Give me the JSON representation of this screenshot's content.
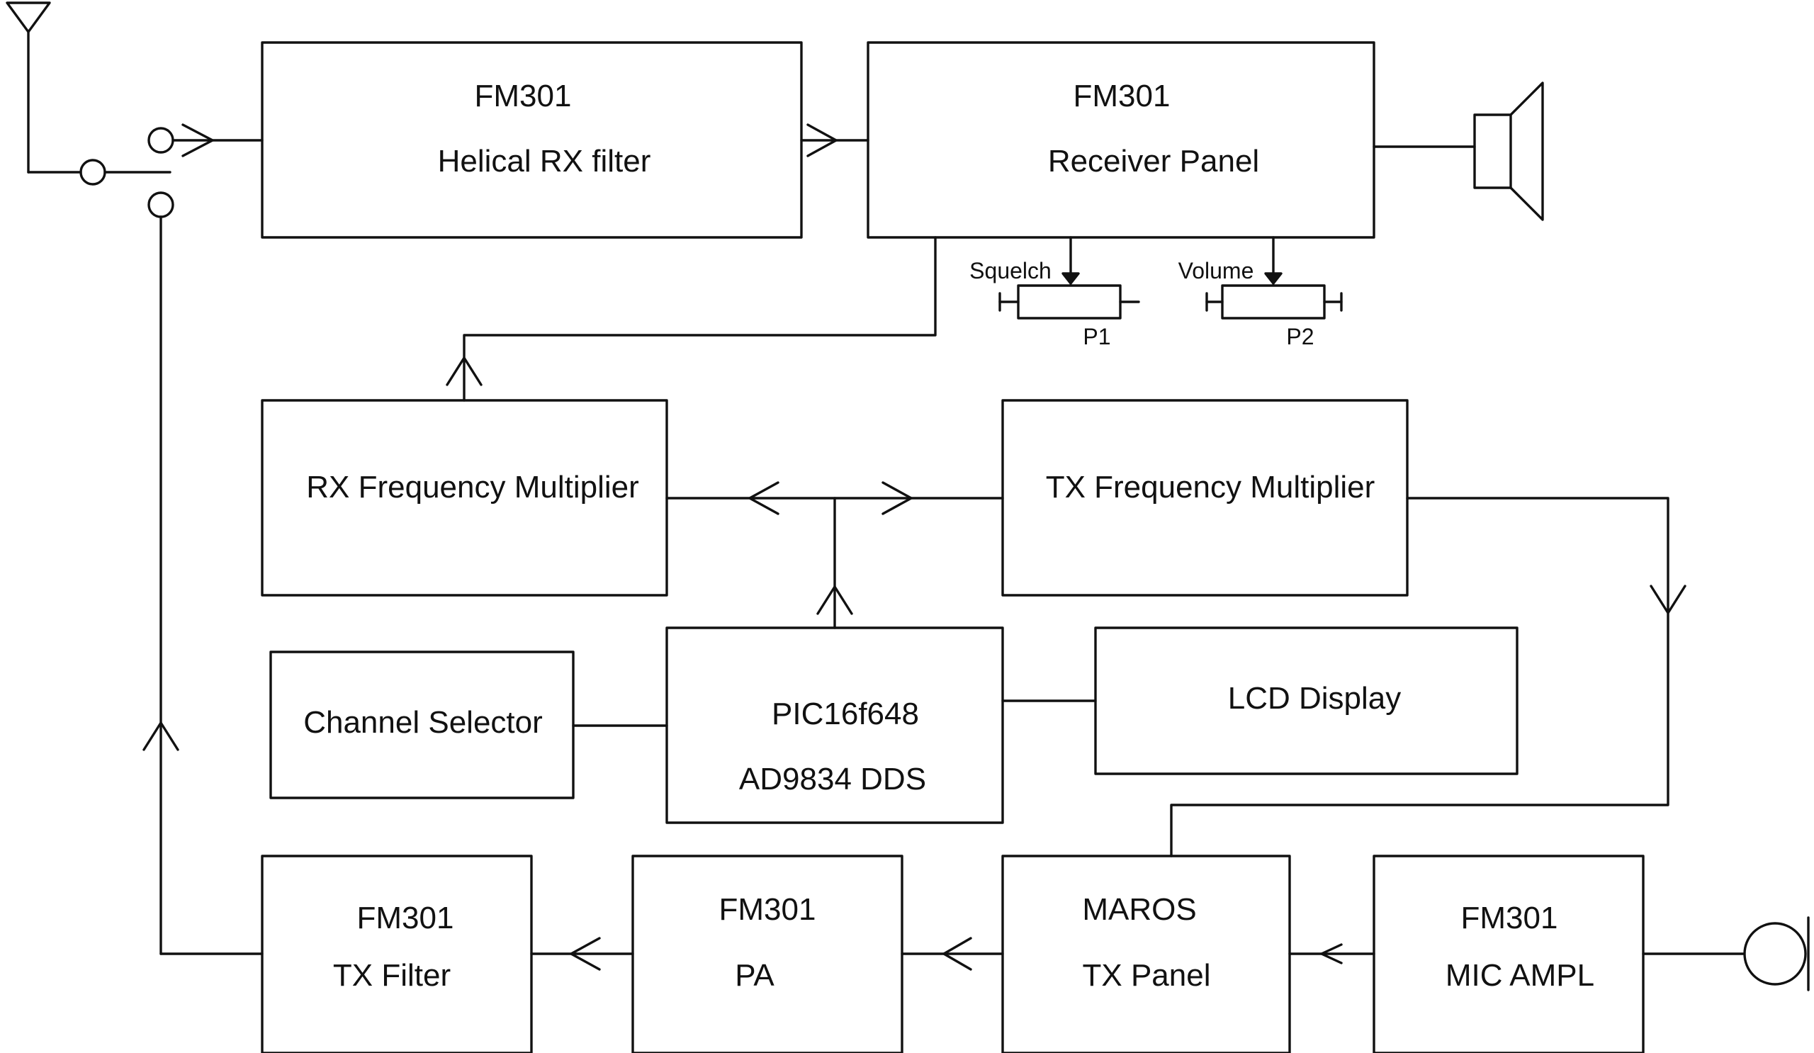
{
  "blocks": {
    "helical": {
      "line1": "FM301",
      "line2": "Helical RX filter"
    },
    "receiver": {
      "line1": "FM301",
      "line2": "Receiver  Panel"
    },
    "rx_mult": {
      "label": "RX Frequency Multiplier"
    },
    "tx_mult": {
      "label": "TX Frequency Multiplier"
    },
    "channel": {
      "label": "Channel Selector"
    },
    "pic": {
      "line1": "PIC16f648",
      "line2": "AD9834 DDS"
    },
    "lcd": {
      "label": "LCD Display"
    },
    "tx_filter": {
      "line1": "FM301",
      "line2": "TX Filter"
    },
    "pa": {
      "line1": "FM301",
      "line2": "PA"
    },
    "tx_panel": {
      "line1": "MAROS",
      "line2": "TX Panel"
    },
    "mic_ampl": {
      "line1": "FM301",
      "line2": "MIC AMPL"
    }
  },
  "controls": {
    "squelch": {
      "label": "Squelch",
      "ref": "P1"
    },
    "volume": {
      "label": "Volume",
      "ref": "P2"
    }
  }
}
